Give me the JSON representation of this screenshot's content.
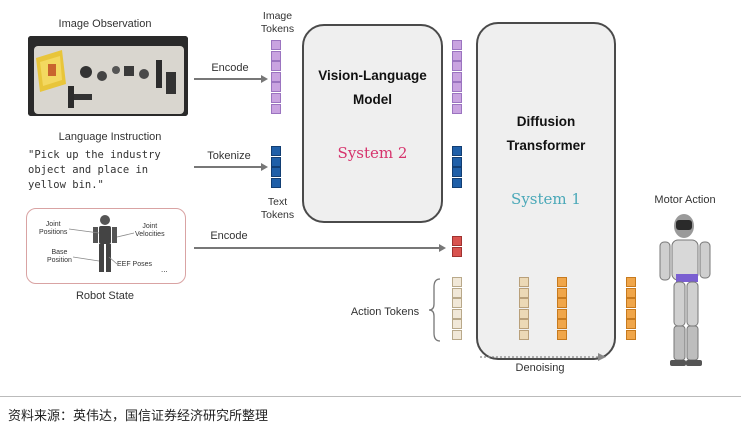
{
  "inputs": {
    "image_title": "Image Observation",
    "language_title": "Language Instruction",
    "instruction_lines": [
      "\"Pick up the industry",
      "object and place in",
      "yellow bin.\""
    ],
    "robot_state_title": "Robot State",
    "robot_labels": {
      "joint_positions": [
        "Joint",
        "Positions"
      ],
      "joint_velocities": [
        "Joint",
        "Velocities"
      ],
      "base_position": [
        "Base",
        "Position"
      ],
      "eef_poses": "EEF Poses",
      "ellipsis": "..."
    }
  },
  "arrows": {
    "encode_image": "Encode",
    "tokenize": "Tokenize",
    "encode_state": "Encode"
  },
  "token_labels": {
    "image_tokens": [
      "Image",
      "Tokens"
    ],
    "text_tokens": [
      "Text",
      "Tokens"
    ],
    "action_tokens": "Action Tokens"
  },
  "vlm": {
    "title_lines": [
      "Vision-Language",
      "Model"
    ],
    "system_label": "System 2",
    "system_color": "#d6336c"
  },
  "dit": {
    "title_lines": [
      "Diffusion",
      "Transformer"
    ],
    "system_label": "System 1",
    "system_color": "#4aa8b8"
  },
  "denoising_label": "Denoising",
  "motor_action_label": "Motor Action",
  "colors": {
    "image_token": "#c9a3e0",
    "text_token": "#1f5fa8",
    "state_token": "#d9534f",
    "action_token_light": "#f1e8d8",
    "action_token_mid": "#ecd9b6",
    "action_token_orange": "#f0a64a"
  },
  "footer": "资料来源：英伟达，国信证券经济研究所整理"
}
